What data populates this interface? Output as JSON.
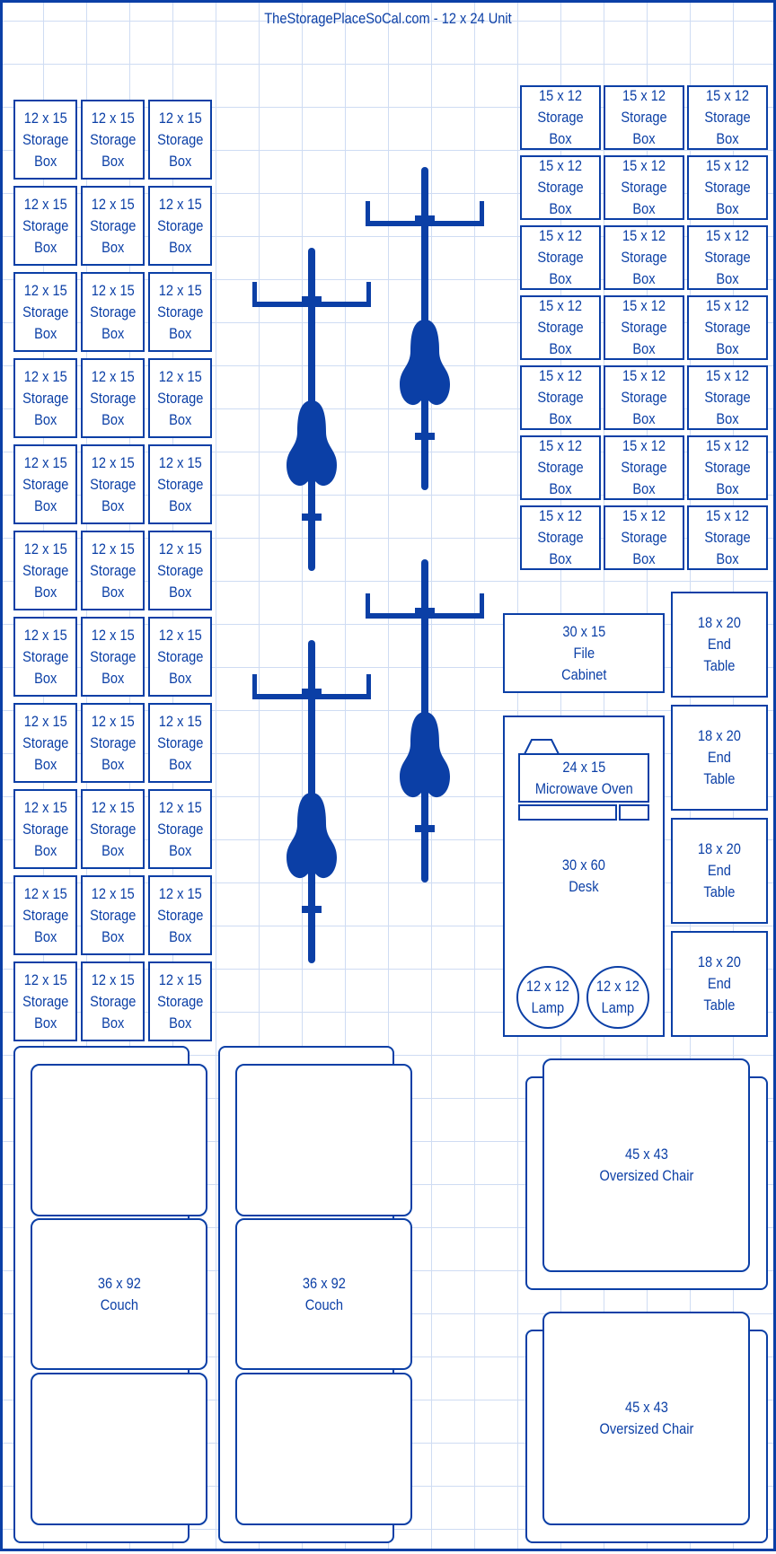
{
  "title": "TheStoragePlaceSoCal.com - 12 x 24 Unit",
  "colors": {
    "ink": "#0b3fa6",
    "grid": "#cfdcf3",
    "background": "#ffffff"
  },
  "labels": {
    "storage_box_12x15": "12 x 15\nStorage\nBox",
    "storage_box_15x12": "15 x 12\nStorage Box",
    "file_cabinet": "30 x 15\nFile\nCabinet",
    "end_table": "18 x 20\nEnd\nTable",
    "microwave": "24 x 15\nMicrowave Oven",
    "desk": "30 x 60\nDesk",
    "lamp": "12 x 12\nLamp",
    "couch": "36 x 92\nCouch",
    "chair": "45 x 43\nOversized Chair"
  },
  "bicycle_count": 4,
  "icons": {
    "bicycle": "bicycle-top-view-icon"
  }
}
